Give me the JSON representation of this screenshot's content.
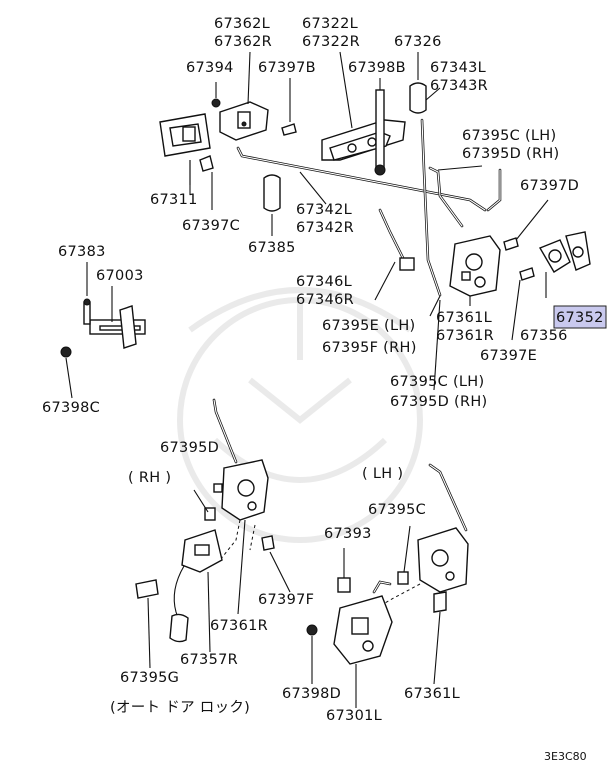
{
  "labels": {
    "p67362": [
      "67362L",
      "67362R"
    ],
    "p67322": [
      "67322L",
      "67322R"
    ],
    "p67326": "67326",
    "p67394": "67394",
    "p67397B": "67397B",
    "p67398B": "67398B",
    "p67343": [
      "67343L",
      "67343R"
    ],
    "p67395CD_top": [
      "67395C (LH)",
      "67395D (RH)"
    ],
    "p67397D": "67397D",
    "p67311": "67311",
    "p67397C": "67397C",
    "p67342": [
      "67342L",
      "67342R"
    ],
    "p67385": "67385",
    "p67383": "67383",
    "p67003": "67003",
    "p67346": [
      "67346L",
      "67346R"
    ],
    "p67395EF": [
      "67395E (LH)",
      "67395F (RH)"
    ],
    "p67361_top": [
      "67361L",
      "67361R"
    ],
    "p67356": "67356",
    "p67397E": "67397E",
    "p67352": "67352",
    "p67395CD_mid": [
      "67395C (LH)",
      "67395D (RH)"
    ],
    "p67398C": "67398C",
    "p67395D_rh": "67395D",
    "rh_label": "( RH )",
    "lh_label": "( LH )",
    "p67395C_lh": "67395C",
    "p67393": "67393",
    "p67397F": "67397F",
    "p67361R": "67361R",
    "p67357R": "67357R",
    "p67395G": "67395G",
    "p67398D": "67398D",
    "p67361L": "67361L",
    "p67301L": "67301L",
    "auto_door_lock": "(オート ドア ロック)",
    "diagram_code": "3E3C80"
  },
  "colors": {
    "line": "#111111",
    "highlight": "#c9c9ee",
    "watermark": "#d8d8d8"
  }
}
